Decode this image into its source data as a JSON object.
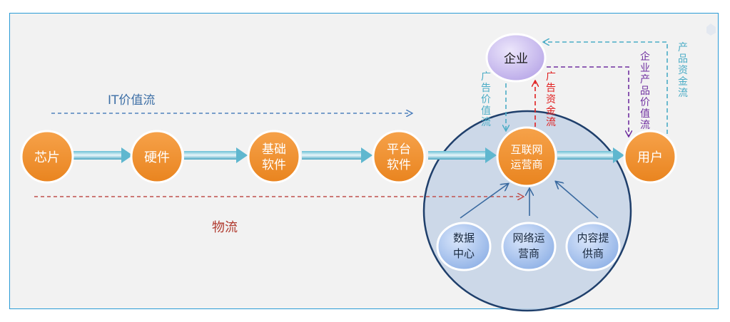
{
  "labels": {
    "it_value_flow": "IT价值流",
    "logistics": "物流",
    "ad_value_flow": "广告价值流",
    "ad_fund_flow": "广告资金流",
    "enterprise_product_value_flow": "企业产品价值流",
    "product_fund_flow": "产品资金流"
  },
  "chain": {
    "chip": "芯片",
    "hardware": [
      "硬件"
    ],
    "basic_software": [
      "基础",
      "软件"
    ],
    "platform_software": [
      "平台",
      "软件"
    ],
    "isp": [
      "互联网",
      "运营商"
    ],
    "user": "用户"
  },
  "enterprise": "企业",
  "suppliers": {
    "data_center": [
      "数据",
      "中心"
    ],
    "network_operator": [
      "网络运",
      "营商"
    ],
    "content_provider": [
      "内容提",
      "供商"
    ]
  },
  "colors": {
    "orange": "#f0922e",
    "blue_dash": "#4f81bd",
    "red_dash": "#c0504d",
    "purple_dash": "#7030a0",
    "teal": "#4bacc6",
    "red_text": "#e02020",
    "circle_fill": "#c5d3e6",
    "circle_stroke": "#1f3f6b",
    "supplier_fill": "#a9c4ef",
    "enterprise_fill": "#cdbff0"
  }
}
